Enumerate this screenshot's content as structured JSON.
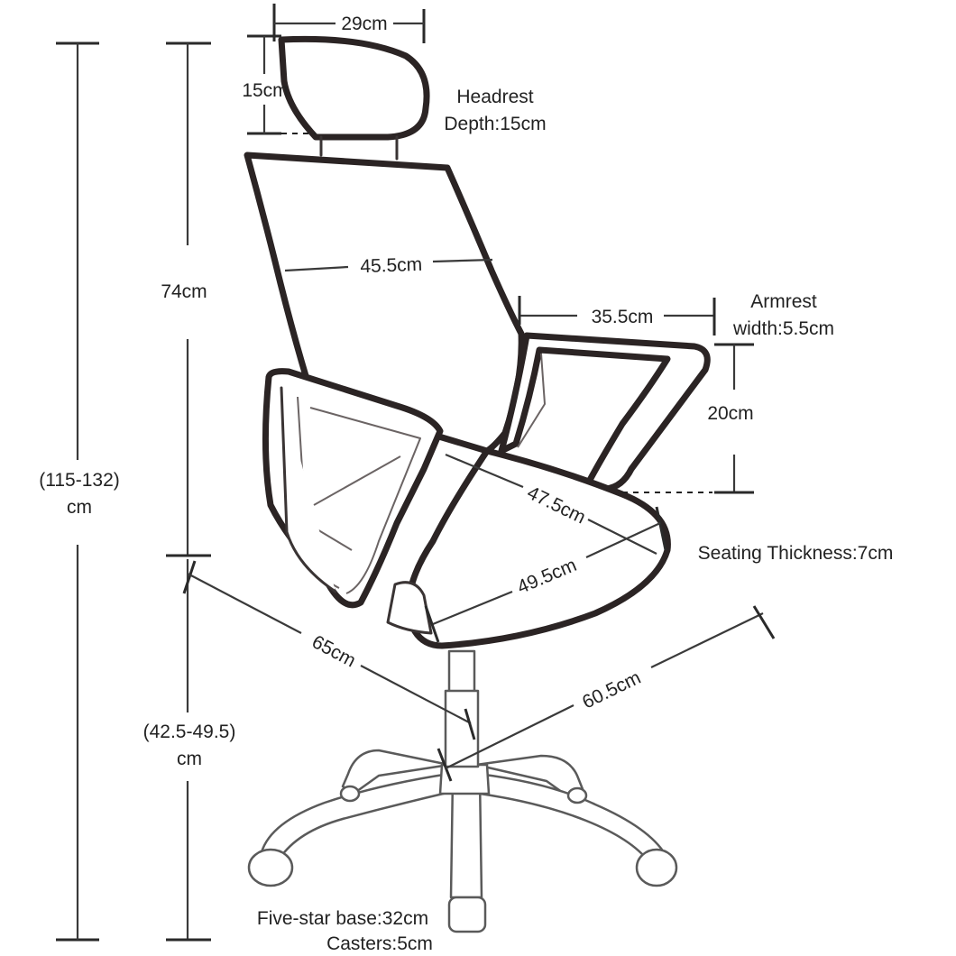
{
  "labels": {
    "headrest_width": "29cm",
    "headrest_height": "15cm",
    "headrest_title": "Headrest",
    "headrest_depth": "Depth:15cm",
    "back_height": "74cm",
    "total_height_1": "(115-132)",
    "total_height_2": "cm",
    "back_width": "45.5cm",
    "arm_spacing": "35.5cm",
    "armrest_title": "Armrest",
    "armrest_width": "width:5.5cm",
    "arm_height": "20cm",
    "seat_depth": "47.5cm",
    "seat_width": "49.5cm",
    "seat_thickness": "Seating Thickness:7cm",
    "overall_depth": "65cm",
    "overall_width": "60.5cm",
    "seat_height_1": "(42.5-49.5)",
    "seat_height_2": "cm",
    "base_size": "Five-star base:32cm",
    "casters": "Casters:5cm"
  }
}
